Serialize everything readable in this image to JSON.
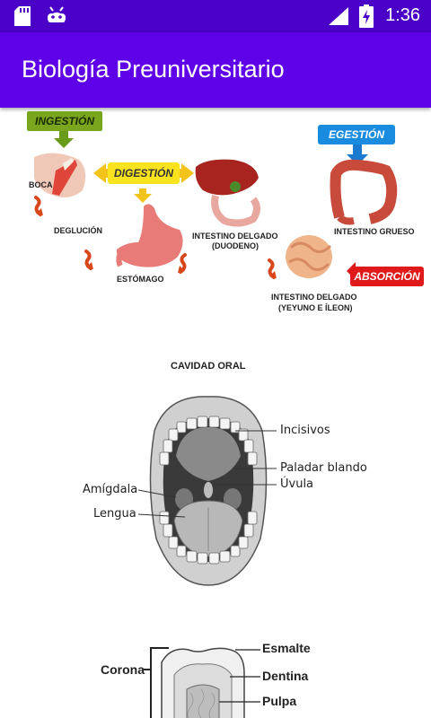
{
  "status_bar": {
    "time": "1:36"
  },
  "app_bar": {
    "title": "Biología Preuniversitario"
  },
  "digestion_diagram": {
    "tags": {
      "ingestion": "INGESTIÓN",
      "digestion": "DIGESTIÓN",
      "egestion": "EGESTIÓN",
      "absorption": "ABSORCIÓN"
    },
    "labels": {
      "boca": "BOCA",
      "deglucion": "DEGLUCIÓN",
      "estomago": "ESTÓMAGO",
      "duodeno_1": "INTESTINO DELGADO",
      "duodeno_2": "(DUODENO)",
      "grueso": "INTESTINO GRUESO",
      "yeyuno_1": "INTESTINO DELGADO",
      "yeyuno_2": "(YEYUNO E ÍLEON)"
    }
  },
  "oral_cavity": {
    "title": "CAVIDAD ORAL",
    "labels": {
      "incisivos": "Incisivos",
      "paladar": "Paladar blando",
      "uvula": "Úvula",
      "amigdala": "Amígdala",
      "lengua": "Lengua"
    }
  },
  "tooth": {
    "labels": {
      "corona": "Corona",
      "esmalte": "Esmalte",
      "dentina": "Dentina",
      "pulpa": "Pulpa"
    }
  }
}
